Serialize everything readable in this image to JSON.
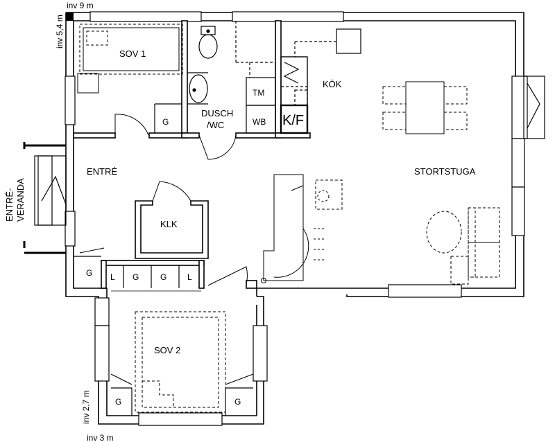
{
  "dimensions": {
    "top": "inv 9 m",
    "left": "inv 5,4 m",
    "bottom_left_vertical": "inv 2,7 m",
    "bottom": "inv 3 m"
  },
  "rooms": {
    "sov1": "SOV 1",
    "dusch_line1": "DUSCH",
    "dusch_line2": "/WC",
    "kok": "KÖK",
    "entre": "ENTRÉ",
    "stortstuga": "STORTSTUGA",
    "klk": "KLK",
    "sov2": "SOV 2",
    "veranda_line1": "ENTRÉ-",
    "veranda_line2": "VERANDA"
  },
  "fixtures": {
    "tm": "TM",
    "wb": "WB",
    "kf": "K/F",
    "g": "G",
    "l": "L"
  }
}
